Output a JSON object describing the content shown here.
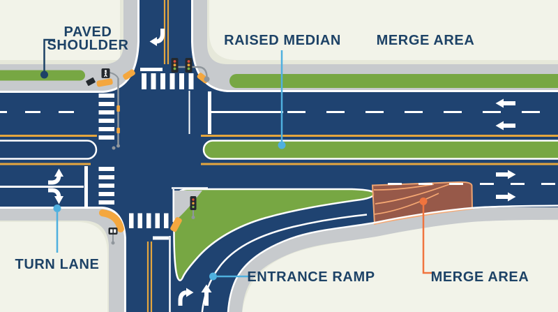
{
  "labels": {
    "paved_shoulder": {
      "line1": "PAVED",
      "line2": "SHOULDER"
    },
    "raised_median": {
      "text": "RAISED MEDIAN"
    },
    "merge_area_top": {
      "text": "MERGE AREA"
    },
    "turn_lane": {
      "text": "TURN LANE"
    },
    "entrance_ramp": {
      "text": "ENTRANCE RAMP"
    },
    "merge_area_bottom": {
      "text": "MERGE AREA"
    }
  },
  "colors": {
    "land": "#e6e8da",
    "parcel": "#f2f3e9",
    "curb": "#c7cacd",
    "road": "#1f4371",
    "grass": "#77a743",
    "yellow_line": "#e5a63e",
    "pad_orange": "#f4a73f",
    "merge_fill": "#9c5a48",
    "merge_line": "#f6a873",
    "label_navy": "#1d4266",
    "leader_blue": "#4fb0df",
    "leader_orange": "#f0743e",
    "pole_gray": "#8f969c",
    "signal_dark": "#24292e",
    "signal_red": "#d94f3d",
    "signal_amber": "#e8a33c",
    "signal_green": "#7cb347"
  }
}
